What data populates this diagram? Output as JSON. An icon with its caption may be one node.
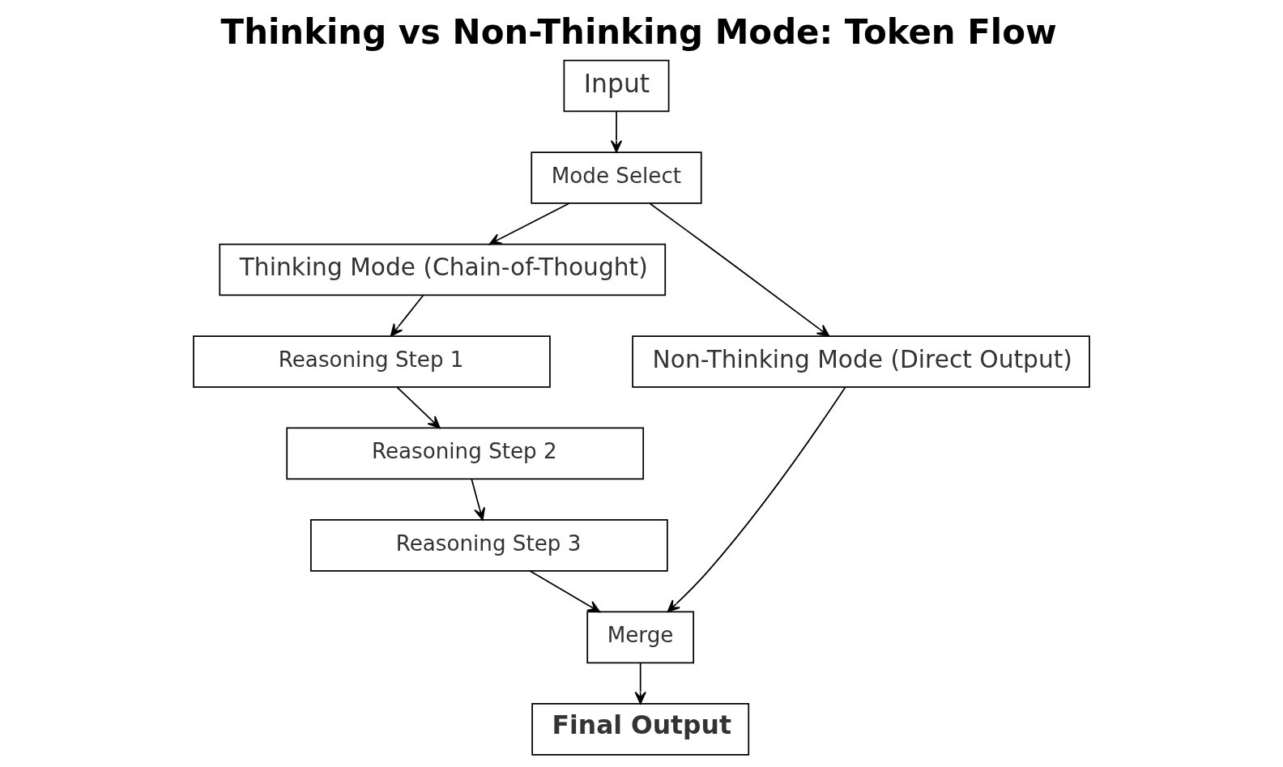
{
  "diagram": {
    "title": "Thinking vs Non-Thinking Mode: Token Flow",
    "nodes": [
      {
        "text": [
          "Input"
        ]
      },
      {
        "text": [
          "Mode Select"
        ]
      },
      {
        "text": [
          "Thinking Mode (Chain-of-Thought)"
        ]
      },
      {
        "text": [
          "Reasoning Step 1"
        ]
      },
      {
        "text": [
          "Reasoning Step 2"
        ]
      },
      {
        "text": [
          "Reasoning Step 3"
        ]
      },
      {
        "text": [
          "Non-Thinking Mode (Direct Output)"
        ]
      },
      {
        "text": [
          "Merge"
        ]
      },
      {
        "text": [
          "Final Output"
        ]
      }
    ],
    "edges": [
      {
        "from": 0,
        "to": 1,
        "arrow": "to"
      },
      {
        "from": 1,
        "to": 2,
        "arrow": "to"
      },
      {
        "from": 1,
        "to": 6,
        "arrow": "to"
      },
      {
        "from": 2,
        "to": 3,
        "arrow": "to"
      },
      {
        "from": 3,
        "to": 4,
        "arrow": "to"
      },
      {
        "from": 4,
        "to": 5,
        "arrow": "to"
      },
      {
        "from": 5,
        "to": 7,
        "arrow": "to"
      },
      {
        "from": 6,
        "to": 7,
        "arrow": "to"
      },
      {
        "from": 7,
        "to": 8,
        "arrow": "to"
      }
    ]
  }
}
